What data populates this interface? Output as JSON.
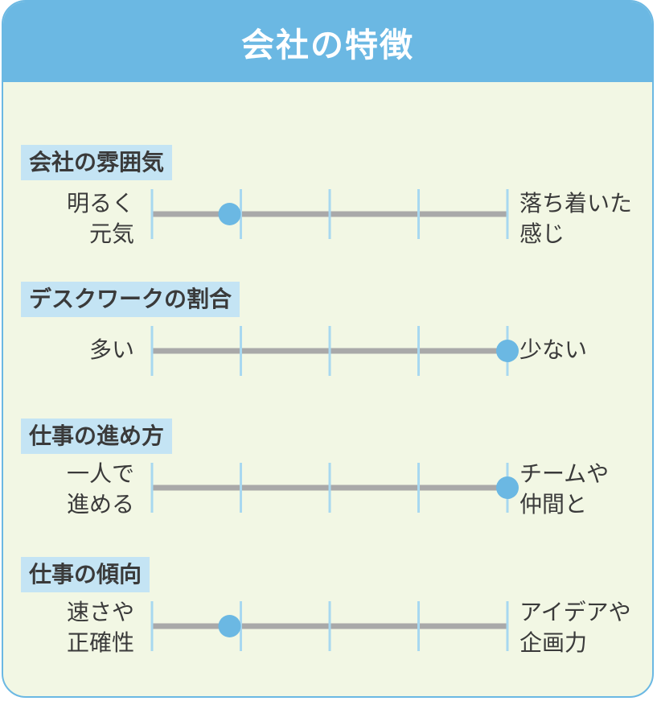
{
  "title": "会社の特徴",
  "colors": {
    "frame": "#6bb8e3",
    "background": "#f2f7e4",
    "label_bg": "#c4e4f4",
    "bar": "#a9a9a9",
    "tick": "#a8d8f0",
    "marker": "#6bb8e3"
  },
  "scale_steps": 5,
  "sections": [
    {
      "label": "会社の雰囲気",
      "left": "明るく\n元気",
      "right": "落ち着いた\n感じ",
      "position": 2
    },
    {
      "label": "デスクワークの割合",
      "left": "多い",
      "right": "少ない",
      "position": 5
    },
    {
      "label": "仕事の進め方",
      "left": "一人で\n進める",
      "right": "チームや\n仲間と",
      "position": 5
    },
    {
      "label": "仕事の傾向",
      "left": "速さや\n正確性",
      "right": "アイデアや\n企画力",
      "position": 2
    }
  ]
}
